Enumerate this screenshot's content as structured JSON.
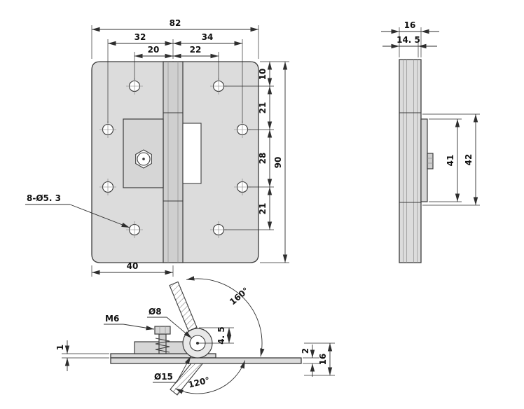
{
  "drawing": {
    "front_view": {
      "dims": {
        "total_width": "82",
        "left_span": "32",
        "right_span": "34",
        "inner_left": "20",
        "inner_right": "22",
        "hole_top_offset": "10",
        "hole_pitch_upper": "21",
        "hole_pitch_middle": "28",
        "hole_pitch_lower": "21",
        "total_height": "90",
        "leaf_width": "40"
      },
      "hole_callout": "8-Ø5. 3"
    },
    "side_view": {
      "dims": {
        "thickness": "16",
        "inner_thickness": "14. 5",
        "bracket_height": "41",
        "bracket_outer_height": "42"
      }
    },
    "section_view": {
      "angles": {
        "open_angle": "160°",
        "closed_angle": "120°"
      },
      "labels": {
        "bolt": "M6",
        "pin_diameter": "Ø8",
        "knuckle_diameter": "Ø15"
      },
      "dims": {
        "sheet_thickness": "1",
        "pin_offset": "4. 5",
        "leaf_thickness": "2",
        "end_height": "16"
      }
    }
  },
  "colors": {
    "background": "#ffffff",
    "line": "#2e2e2e",
    "metal_fill": "#dcdcdc"
  }
}
